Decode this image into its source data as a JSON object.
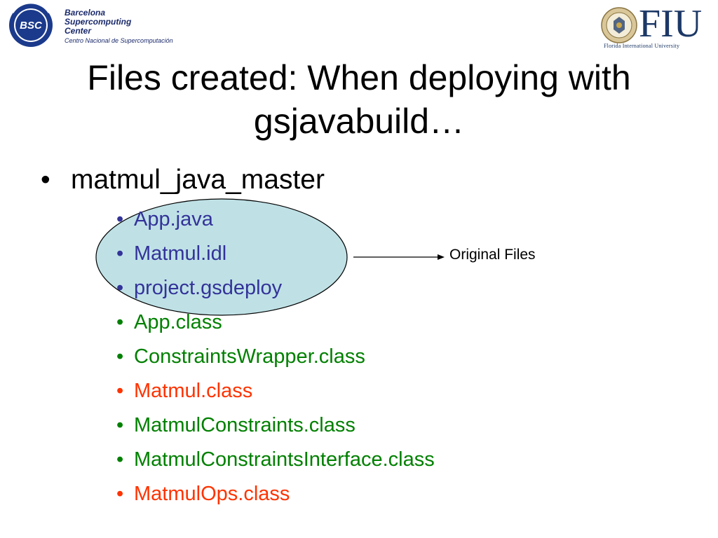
{
  "logos": {
    "bsc": {
      "mark_text": "BSC",
      "line1": "Barcelona",
      "line2": "Supercomputing",
      "line3": "Center",
      "subtitle": "Centro Nacional de Supercomputación",
      "color": "#1b2a6b"
    },
    "fiu": {
      "wordmark": "FIU",
      "tagline": "Florida International University",
      "color": "#1c3866"
    }
  },
  "slide": {
    "title_line1": "Files created: When deploying with",
    "title_line2": "gsjavabuild…",
    "bullet_char": "•",
    "folder": "matmul_java_master",
    "files": [
      {
        "name": "App.java",
        "color": "#333399"
      },
      {
        "name": "Matmul.idl",
        "color": "#333399"
      },
      {
        "name": "project.gsdeploy",
        "color": "#333399"
      },
      {
        "name": "App.class",
        "color": "#008000"
      },
      {
        "name": "ConstraintsWrapper.class",
        "color": "#008000"
      },
      {
        "name": "Matmul.class",
        "color": "#ff3300"
      },
      {
        "name": "MatmulConstraints.class",
        "color": "#008000"
      },
      {
        "name": "MatmulConstraintsInterface.class",
        "color": "#008000"
      },
      {
        "name": "MatmulOps.class",
        "color": "#ff3300"
      }
    ],
    "annotation": {
      "label": "Original Files",
      "highlight_fill": "#bfe1e6"
    }
  }
}
